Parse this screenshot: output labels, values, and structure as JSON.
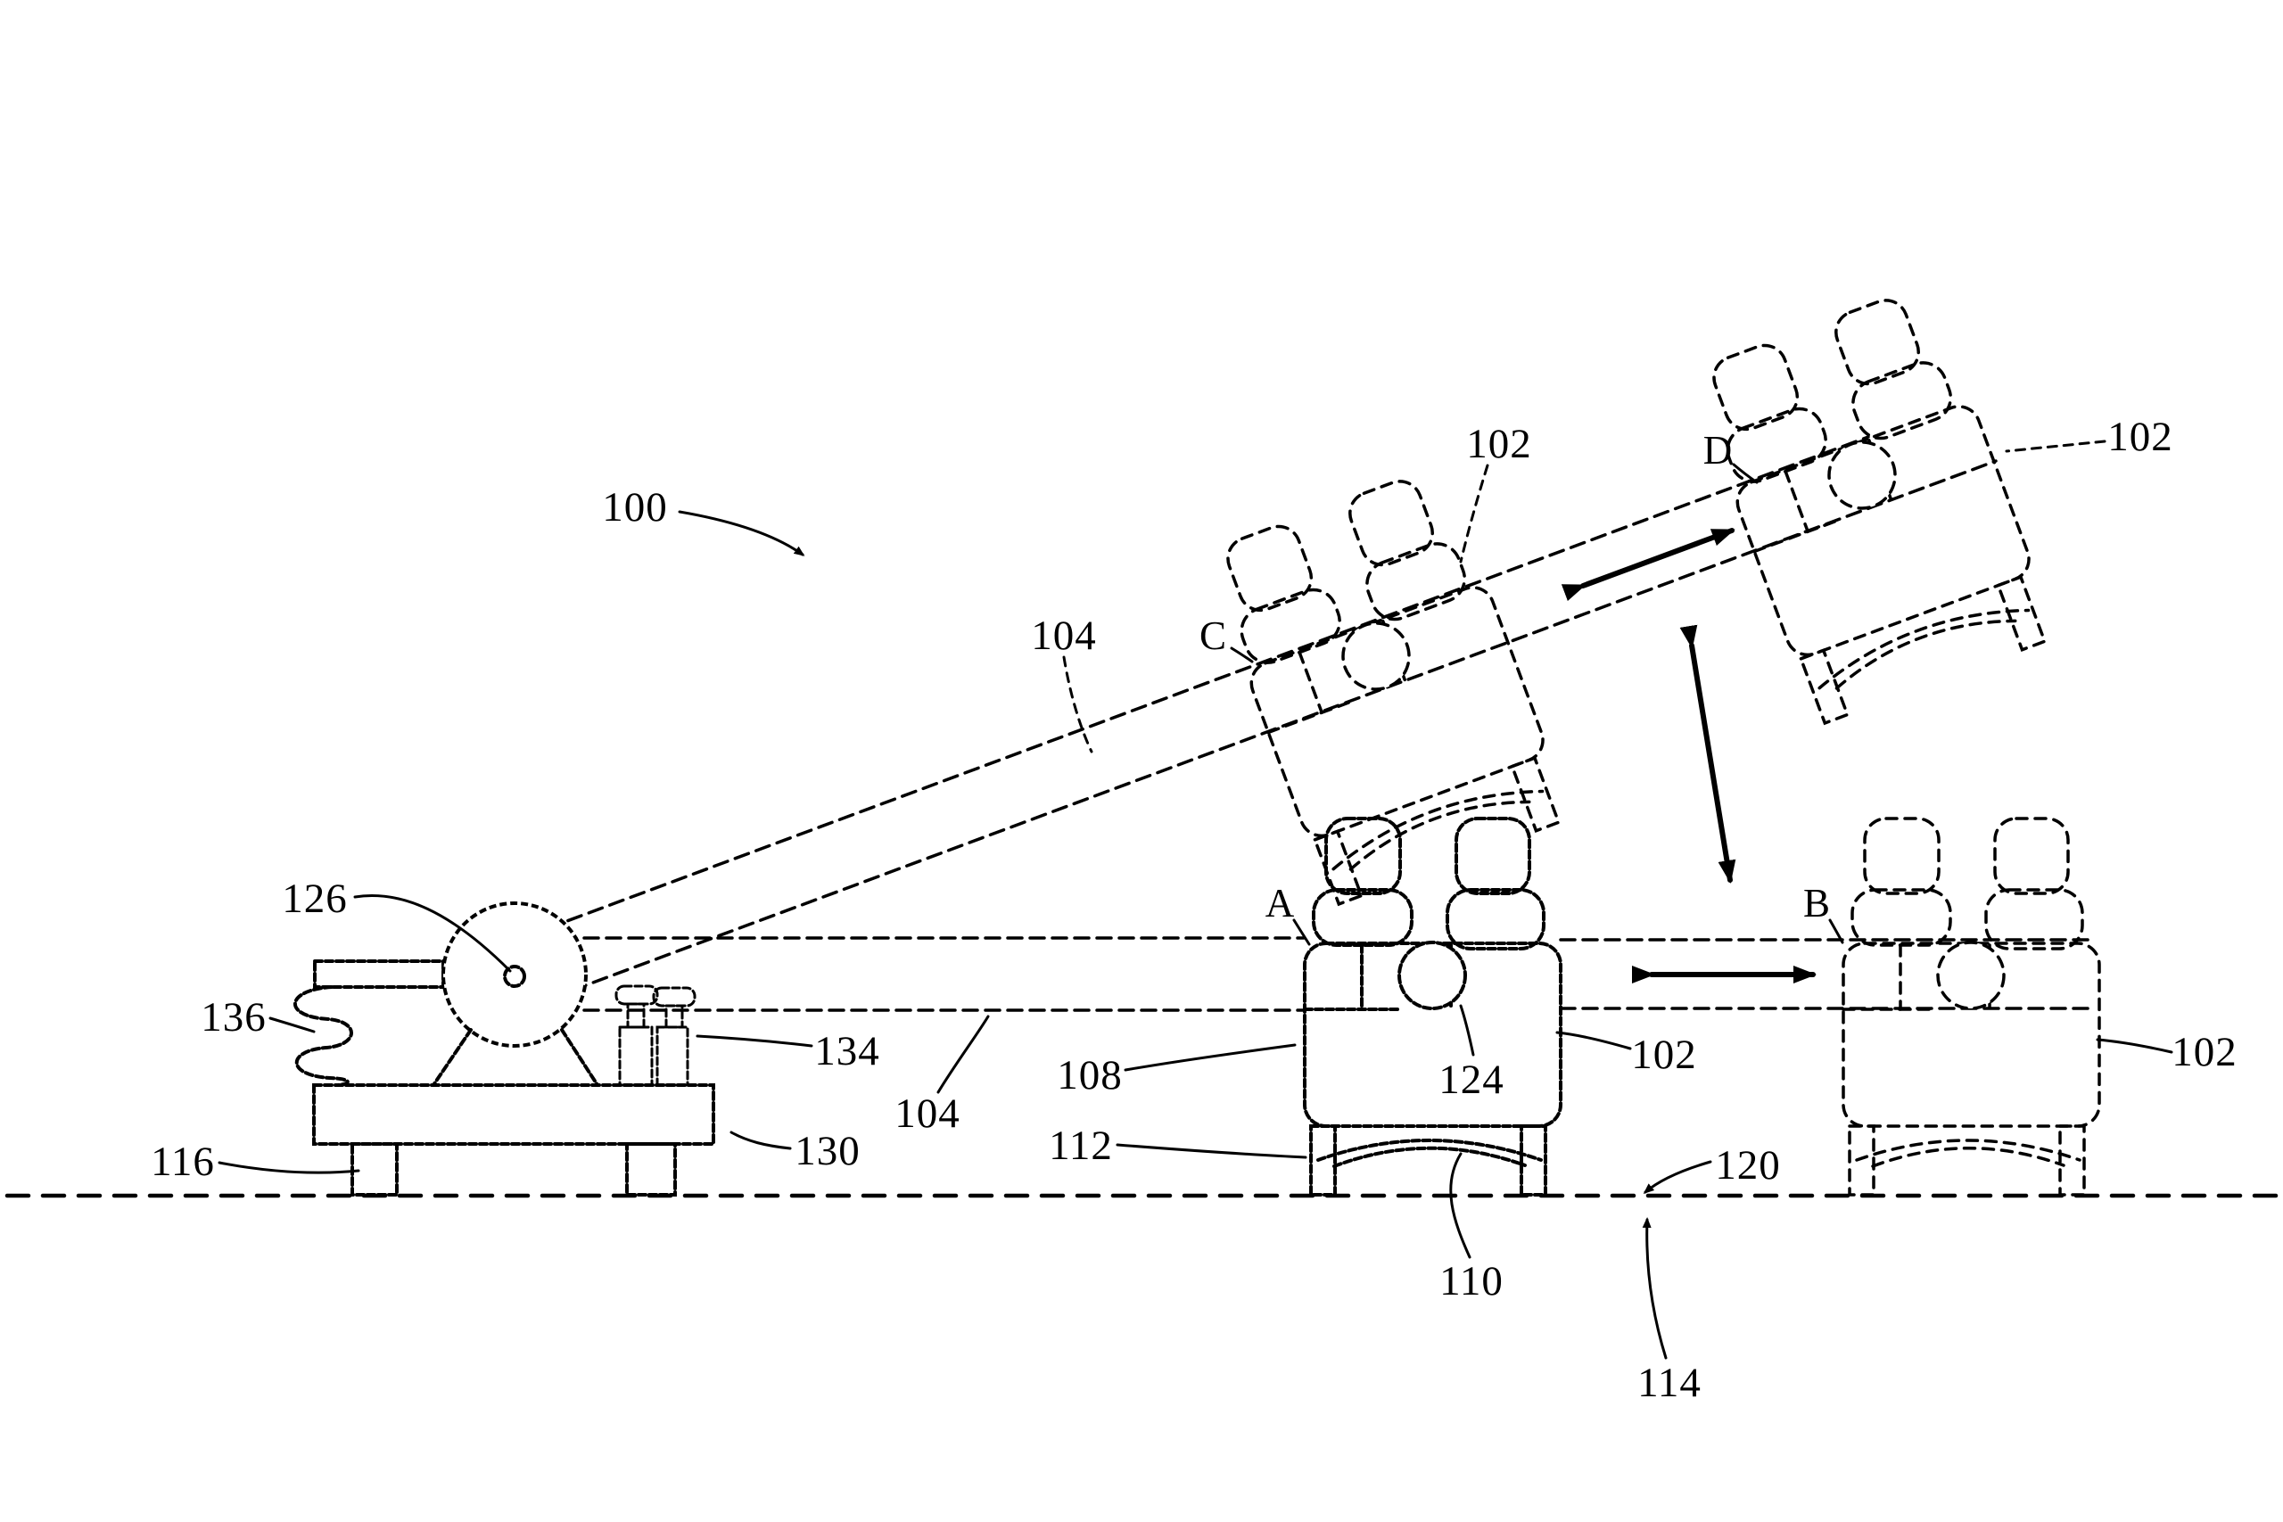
{
  "figure": {
    "kind": "patent-line-drawing",
    "colors": {
      "ink": "#000000",
      "paper": "#ffffff"
    }
  },
  "labels": {
    "n100": "100",
    "n104_upper": "104",
    "n104_lower": "104",
    "n102_top_mid": "102",
    "n102_top_right": "102",
    "n102_mid": "102",
    "n102_right": "102",
    "n108": "108",
    "n110": "110",
    "n112": "112",
    "n114": "114",
    "n116": "116",
    "n120": "120",
    "n124": "124",
    "n126": "126",
    "n130": "130",
    "n134": "134",
    "n136": "136"
  },
  "positions": {
    "a": "A",
    "b": "B",
    "c": "C",
    "d": "D"
  }
}
